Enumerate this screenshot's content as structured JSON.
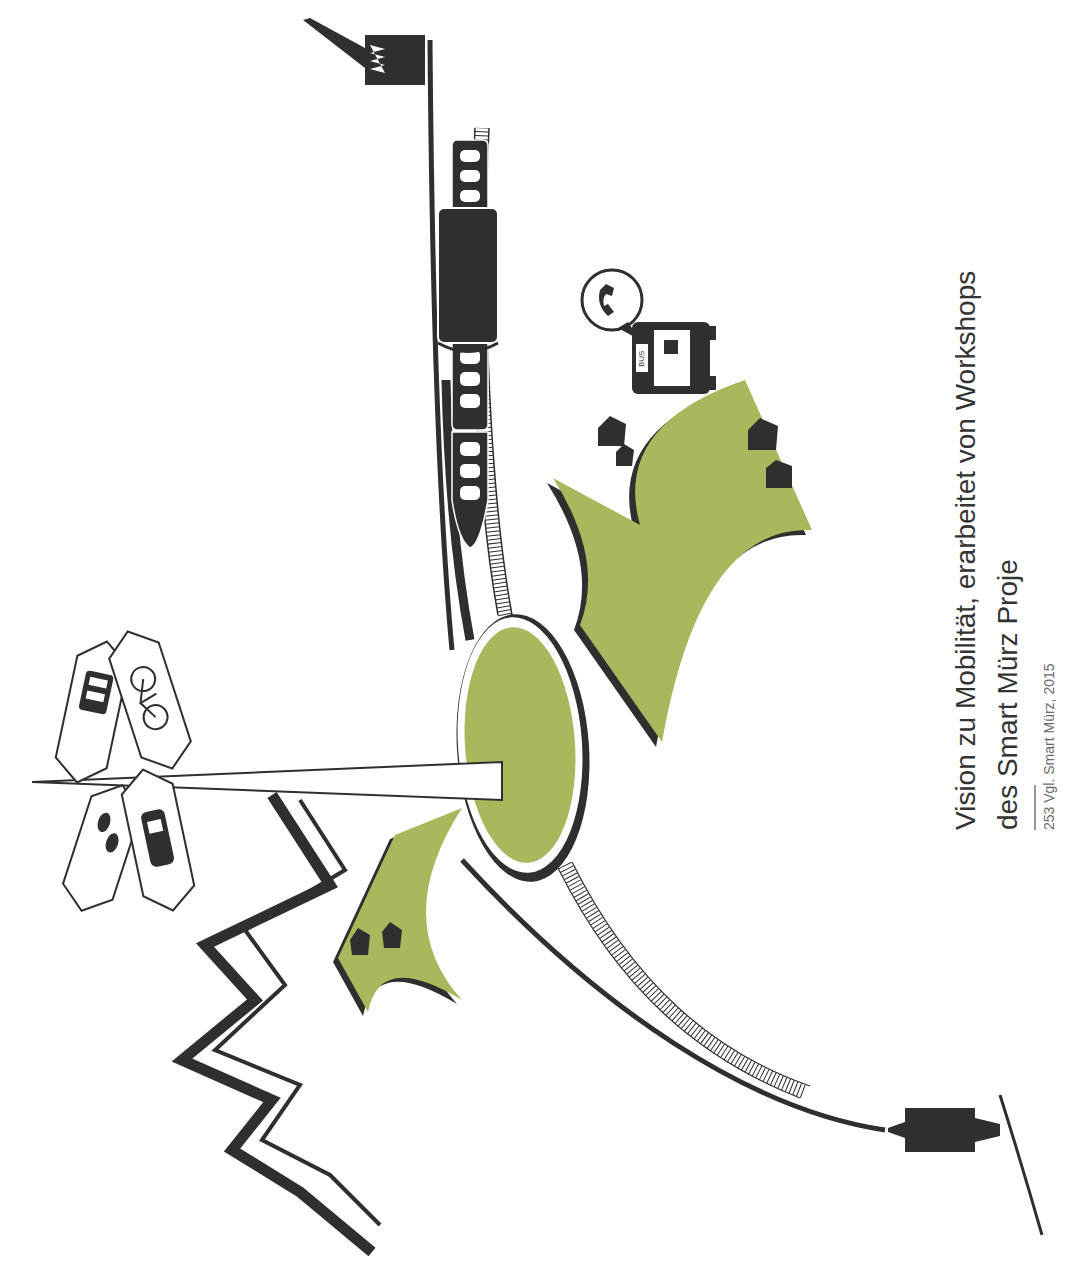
{
  "diagram": {
    "caption": "Vision zu Mobilität, erarbeitet von Workshops des Smart Mürz Proje",
    "labels": [
      "BUS",
      "253 Vgl. Smart Mürz, 2015"
    ]
  }
}
